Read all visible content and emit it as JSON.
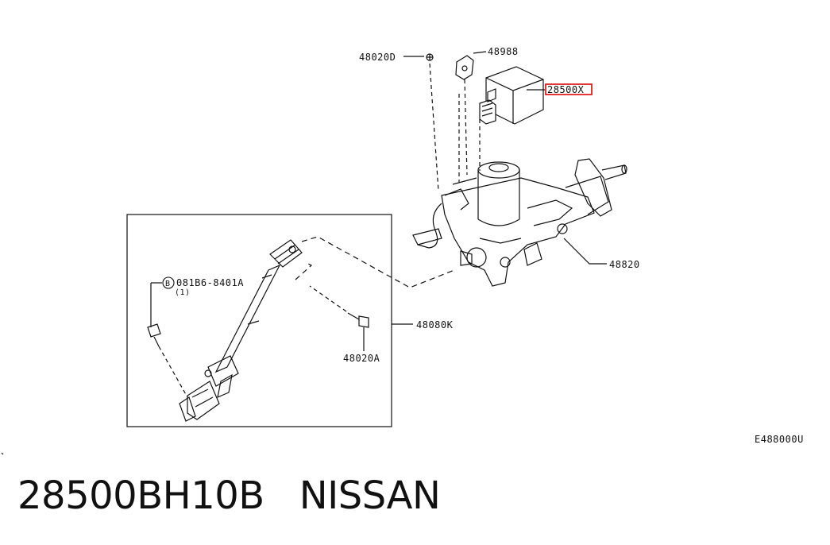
{
  "diagram": {
    "callouts": {
      "p48020D": "48020D",
      "p48988": "48988",
      "p28500X": "28500X",
      "p48820": "48820",
      "p08186": "081B6-8401A",
      "p08186_qty": "(1)",
      "p08186_marker": "B",
      "p48080K": "48080K",
      "p48020A": "48020A"
    },
    "figure_code": "E488000U",
    "highlight_color": "#e02020"
  },
  "caption": {
    "part_number": "28500BH10B",
    "brand": "NISSAN"
  }
}
